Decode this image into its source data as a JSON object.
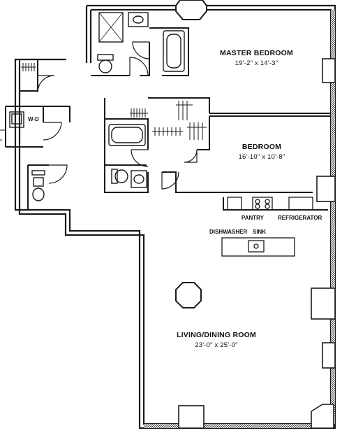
{
  "rooms": {
    "master_bedroom": {
      "name": "MASTER BEDROOM",
      "dims": "19'-2\" x 14'-3\""
    },
    "bedroom": {
      "name": "BEDROOM",
      "dims": "16'-10\" x 10'-8\""
    },
    "living_dining": {
      "name": "LIVING/DINING ROOM",
      "dims": "23'-0\" x 25'-0\""
    }
  },
  "fixtures": {
    "washer_dryer": "W-D",
    "pantry": "PANTRY",
    "refrigerator": "REFRIGERATOR",
    "dishwasher": "DISHWASHER",
    "sink": "SINK"
  },
  "colors": {
    "wall": "#1a1a1a",
    "background": "#ffffff"
  }
}
